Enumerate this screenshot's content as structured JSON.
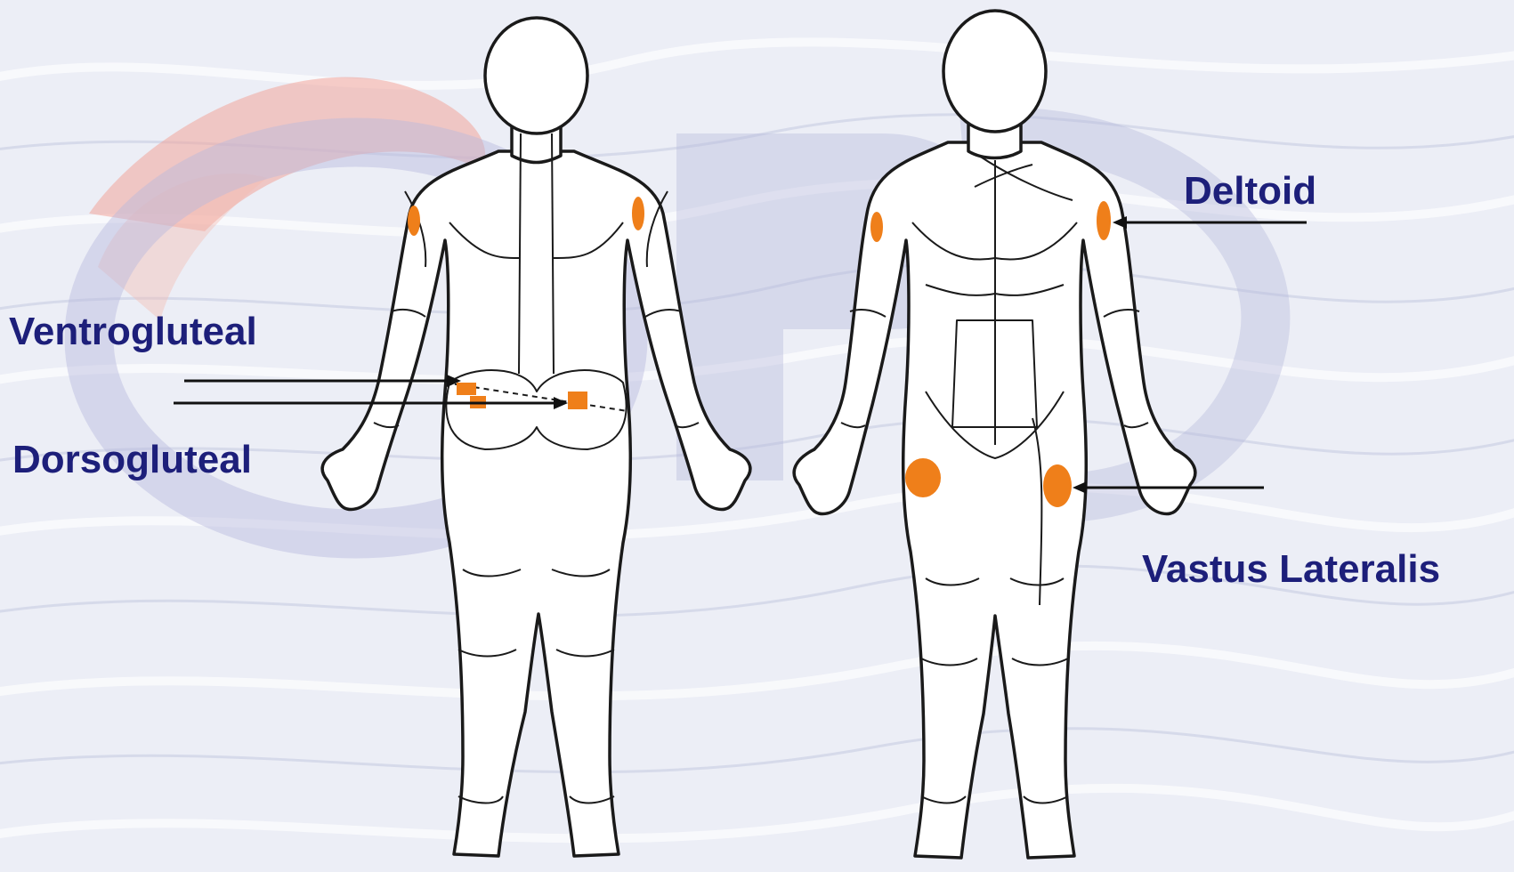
{
  "diagram": {
    "header_partial": "",
    "sites": [
      {
        "id": "ventrogluteal",
        "label": "Ventrogluteal"
      },
      {
        "id": "dorsogluteal",
        "label": "Dorsogluteal"
      },
      {
        "id": "deltoid",
        "label": "Deltoid"
      },
      {
        "id": "vastus-lateralis",
        "label": "Vastus Lateralis"
      }
    ]
  },
  "colors": {
    "label_text": "#1d1f7a",
    "site_marker": "#ef7f1a",
    "outline": "#1a1a1a",
    "figure_fill": "#ffffff",
    "watermark_red": "#f2a59a",
    "watermark_blue": "#b7b8dd",
    "background": "#eceef6"
  }
}
